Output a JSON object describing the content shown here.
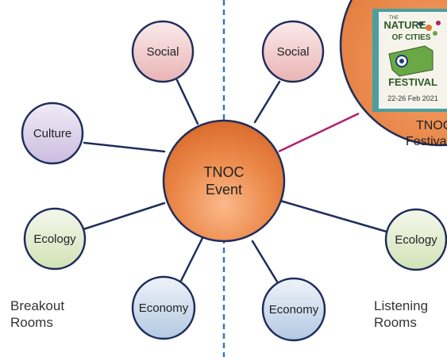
{
  "center_node": {
    "line1": "TNOC",
    "line2": "Event"
  },
  "festival_node": {
    "logo_top": "THE",
    "logo_word1": "NATURE",
    "logo_word2": "OF CITIES",
    "logo_word3": "FESTIVAL",
    "logo_dates": "22-26 Feb 2021",
    "label_line1": "TNOC",
    "label_line2": "Festival"
  },
  "left_nodes": {
    "social": "Social",
    "culture": "Culture",
    "ecology": "Ecology",
    "economy": "Economy"
  },
  "right_nodes": {
    "social": "Social",
    "ecology": "Ecology",
    "economy": "Economy"
  },
  "side_labels": {
    "left_line1": "Breakout",
    "left_line2": "Rooms",
    "right_line1": "Listening",
    "right_line2": "Rooms"
  },
  "colors": {
    "spoke": "#1f2d5c",
    "festival_link": "#b01f6e",
    "divider": "#3a78b8",
    "center_fill": "#e07a3c",
    "social_fill": "#f0c6c6",
    "culture_fill": "#d9cfe6",
    "ecology_fill": "#dde8c8",
    "economy_fill": "#c6d6ea",
    "logo_bg": "#4a9fa0"
  }
}
